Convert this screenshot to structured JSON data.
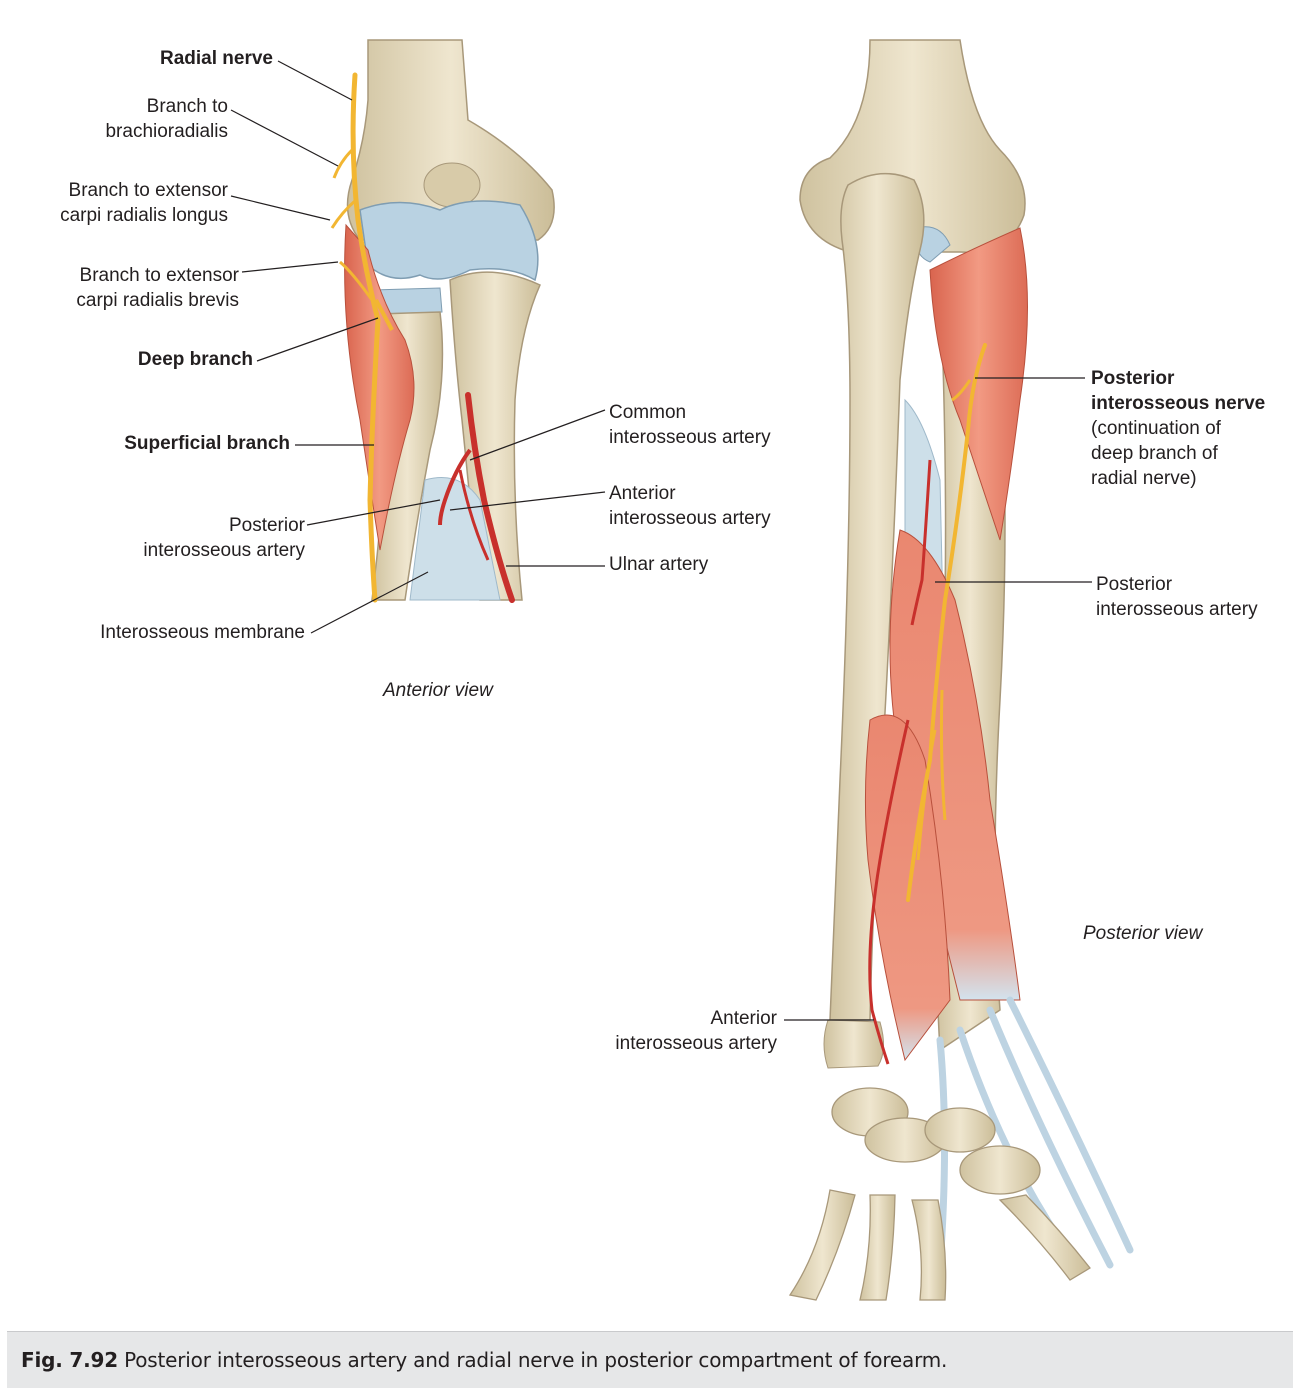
{
  "anterior": {
    "labels": {
      "radial_nerve": "Radial nerve",
      "branch_brachio_1": "Branch to",
      "branch_brachio_2": "brachioradialis",
      "branch_ecrl_1": "Branch to extensor",
      "branch_ecrl_2": "carpi radialis longus",
      "branch_ecrb_1": "Branch to extensor",
      "branch_ecrb_2": "carpi radialis brevis",
      "deep_branch": "Deep branch",
      "superficial_branch": "Superficial branch",
      "post_interosseous_artery_1": "Posterior",
      "post_interosseous_artery_2": "interosseous artery",
      "interosseous_membrane": "Interosseous membrane",
      "common_interosseous_1": "Common",
      "common_interosseous_2": "interosseous artery",
      "ant_interosseous_1": "Anterior",
      "ant_interosseous_2": "interosseous artery",
      "ulnar_artery": "Ulnar artery"
    },
    "view_label": "Anterior view"
  },
  "posterior": {
    "labels": {
      "pin_1": "Posterior",
      "pin_2": "interosseous nerve",
      "pin_3": "(continuation of",
      "pin_4": "deep branch of",
      "pin_5": "radial nerve)",
      "pia_1": "Posterior",
      "pia_2": "interosseous artery",
      "aia_1": "Anterior",
      "aia_2": "interosseous artery"
    },
    "view_label": "Posterior view"
  },
  "caption": {
    "number": "Fig. 7.92",
    "text": "Posterior interosseous artery and radial nerve in posterior compartment of forearm."
  },
  "colors": {
    "bone": "#e8dcc0",
    "cartilage": "#b9d2e2",
    "muscle": "#e9806a",
    "nerve": "#f2b632",
    "artery": "#c8302c",
    "membrane": "#cddfe9"
  }
}
